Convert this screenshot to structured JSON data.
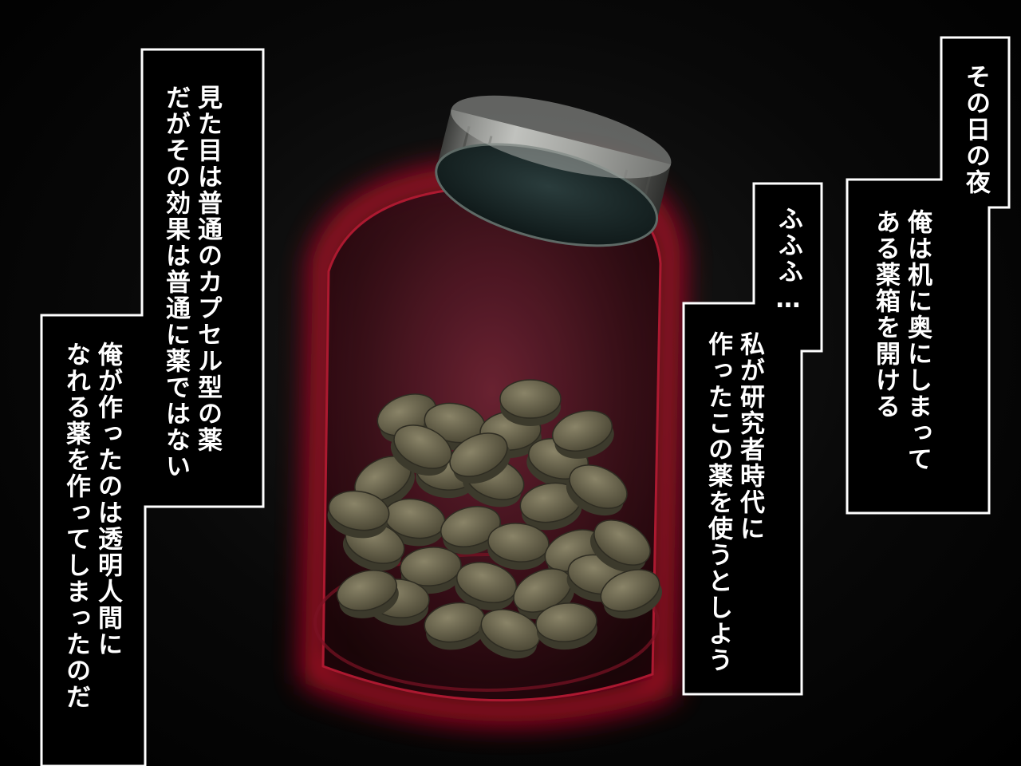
{
  "scene": {
    "glow_color": "#c8102e",
    "pill_color": "#6f6a52",
    "cap_color": "#a9aaa6"
  },
  "captions": {
    "left_top": [
      "見た目は普通のカプセル型の薬",
      "だがその効果は普通に薬ではない"
    ],
    "left_bottom": [
      "俺が作ったのは透明人間に",
      "なれる薬を作ってしまったのだ"
    ],
    "right_top_a": "その日の夜",
    "right_top_b": [
      "俺は机に奥にしまって",
      "ある薬箱を開ける"
    ],
    "right_mid_a": "ふふふ…",
    "right_mid_b": [
      "私が研究者時代に",
      "作ったこの薬を使うとしよう"
    ]
  }
}
